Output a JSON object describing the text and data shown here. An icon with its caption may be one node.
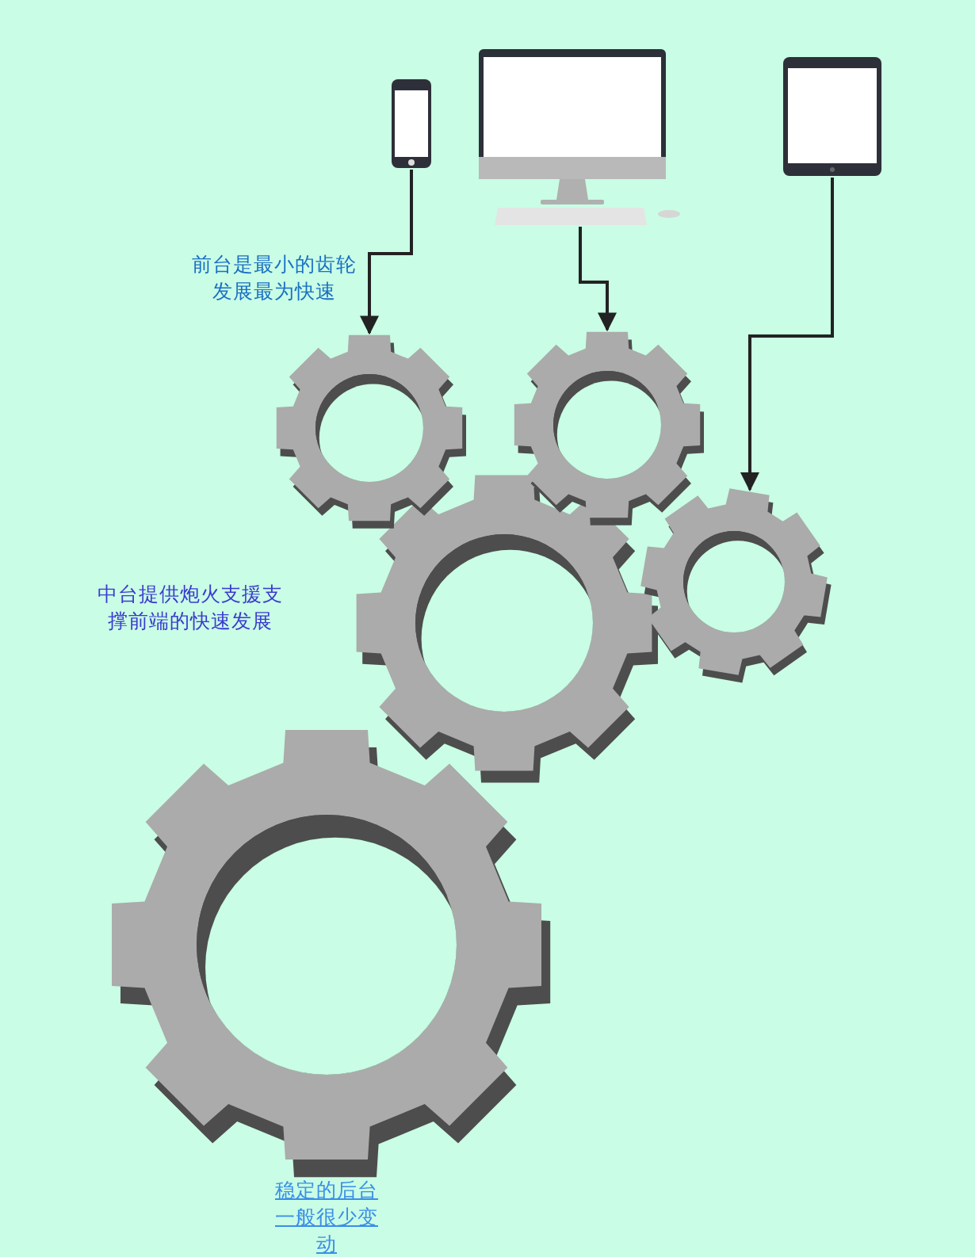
{
  "diagram": {
    "nodes": [
      {
        "text": [],
        "shape": "picture"
      },
      {
        "text": [],
        "shape": "picture"
      },
      {
        "text": [],
        "shape": "picture"
      },
      {
        "text": [],
        "shape": "gear"
      },
      {
        "text": [],
        "shape": "gear"
      },
      {
        "text": [],
        "shape": "gear"
      },
      {
        "text": [],
        "shape": "gear"
      },
      {
        "text": [],
        "shape": "gear",
        "beside": [
          "稳定的后台一般很少变动"
        ]
      }
    ],
    "edges": [
      {
        "from": 0,
        "to": 3,
        "arrow": "to"
      },
      {
        "from": 1,
        "to": 4,
        "arrow": "to"
      },
      {
        "from": 2,
        "to": 5,
        "arrow": "to"
      }
    ],
    "labels": [
      "前台是最小的齿轮发展最为快速",
      "中台提供炮火支援支撑前端的快速发展"
    ]
  }
}
